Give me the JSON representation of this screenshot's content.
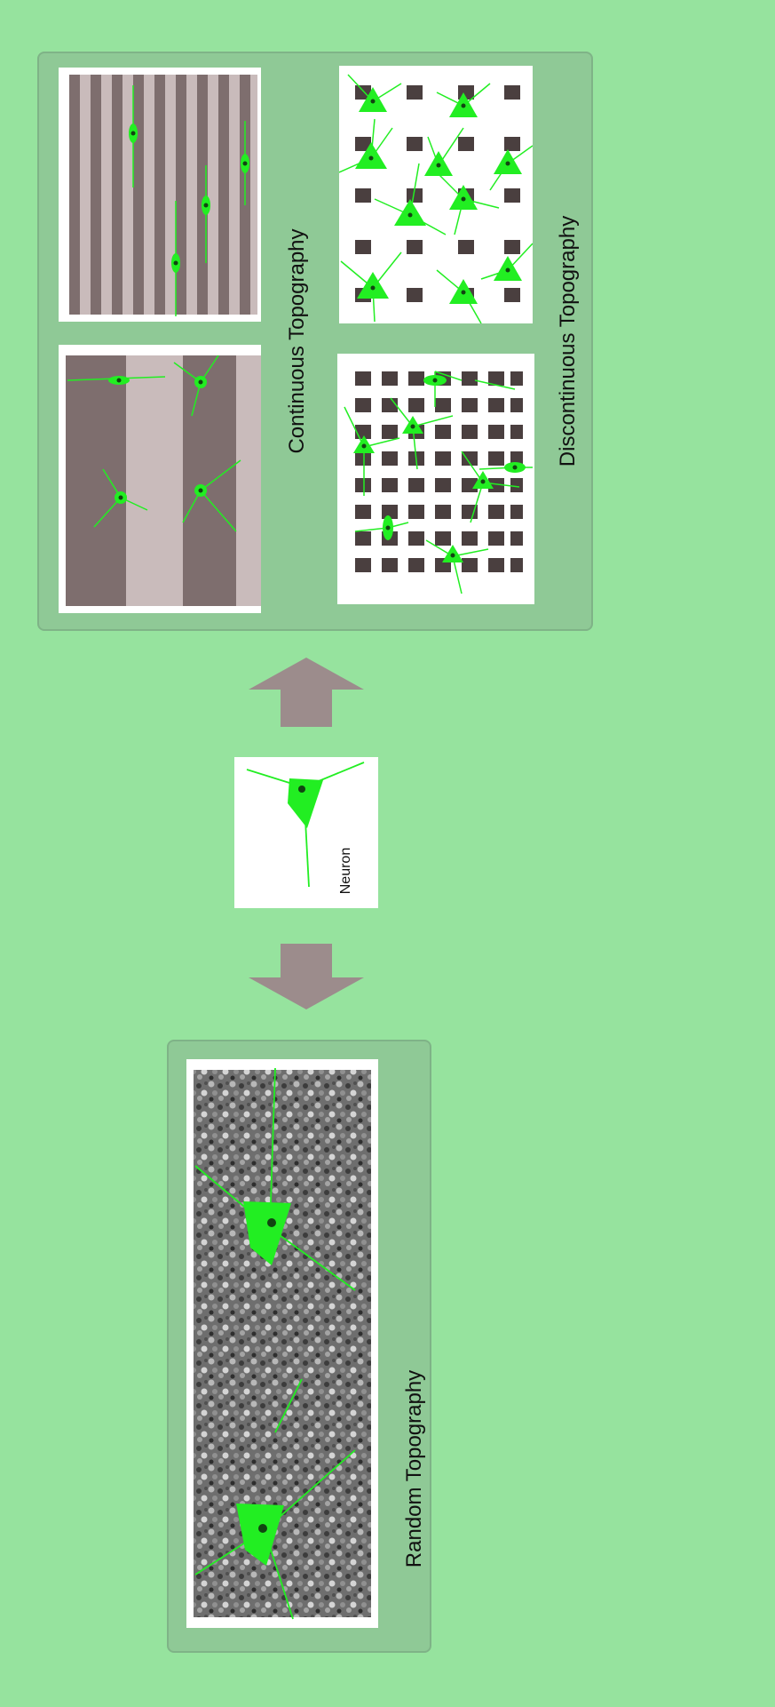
{
  "labels": {
    "continuous": "Continuous Topography",
    "discontinuous": "Discontinuous Topography",
    "neuron": "Neuron",
    "random": "Random Topography"
  },
  "colors": {
    "background": "#96e39e",
    "panel": "#8fc996",
    "neuron": "#22ee22",
    "stripe_dark": "#7e6e6e",
    "stripe_light": "#c9bbbb",
    "arrow": "#9c8c8c",
    "pillar": "#4a3f3f"
  }
}
